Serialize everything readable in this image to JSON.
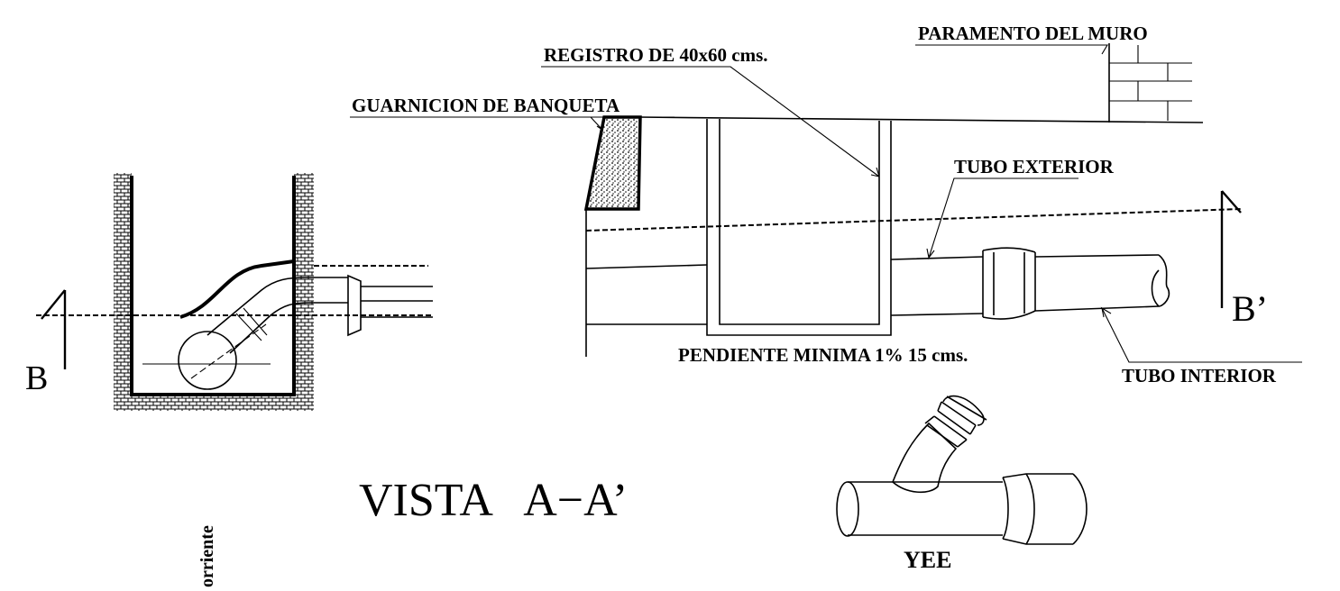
{
  "labels": {
    "paramento": "PARAMENTO DEL MURO",
    "registro": "REGISTRO DE 40x60 cms.",
    "guarnicion": "GUARNICION DE BANQUETA",
    "tubo_exterior": "TUBO EXTERIOR",
    "tubo_interior": "TUBO INTERIOR",
    "pendiente": "PENDIENTE MINIMA 1% 15 cms.",
    "section_b": "B",
    "section_b_prime": "B’",
    "vista": "VISTA   A−A’",
    "yee": "YEE",
    "corriente": "orriente"
  }
}
